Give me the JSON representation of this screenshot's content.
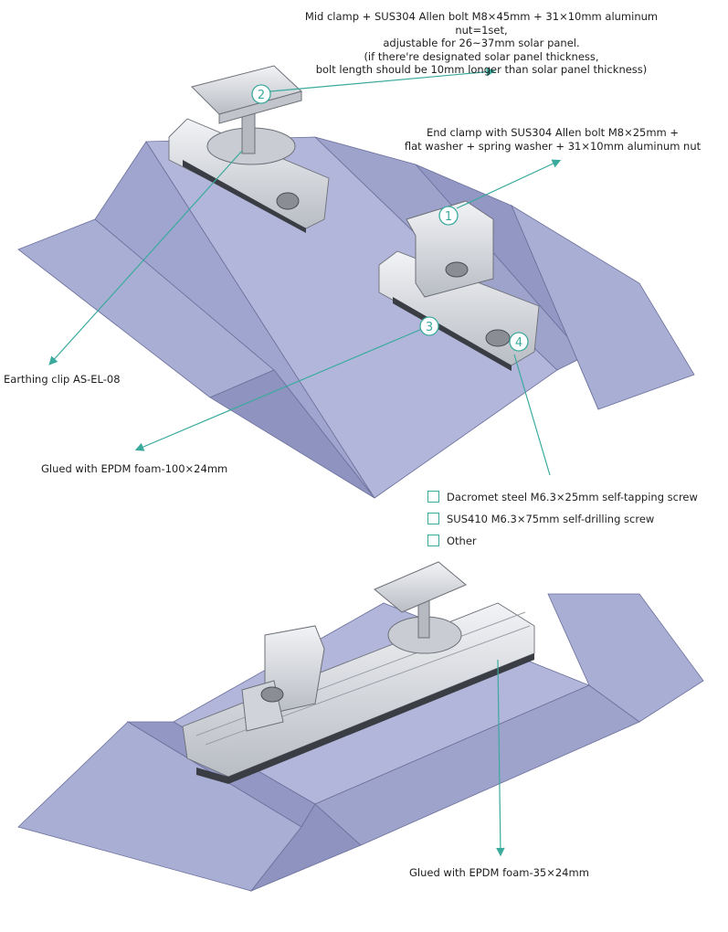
{
  "colors": {
    "accent": "#3aaa9d",
    "roof_top": "#a9aed4",
    "roof_side": "#8e93c0",
    "aluminum": "#dcdfe4"
  },
  "callouts": {
    "mid_clamp": [
      "Mid clamp + SUS304 Allen bolt M8×45mm + 31×10mm aluminum nut=1set,",
      "adjustable for 26~37mm solar panel.",
      "(if there're designated solar panel thickness,",
      "bolt length should be 10mm longer than solar panel thickness)"
    ],
    "end_clamp": [
      "End clamp with SUS304 Allen bolt M8×25mm +",
      "flat washer + spring washer + 31×10mm aluminum nut"
    ],
    "earthing_clip": "Earthing clip AS-EL-08",
    "epdm_top": "Glued with EPDM foam-100×24mm",
    "epdm_bottom": "Glued with EPDM foam-35×24mm"
  },
  "numbers": [
    "1",
    "2",
    "3",
    "4"
  ],
  "screw_options": [
    {
      "label": "Dacromet steel M6.3×25mm self-tapping screw"
    },
    {
      "label": "SUS410 M6.3×75mm self-drilling screw"
    },
    {
      "label": "Other"
    }
  ]
}
